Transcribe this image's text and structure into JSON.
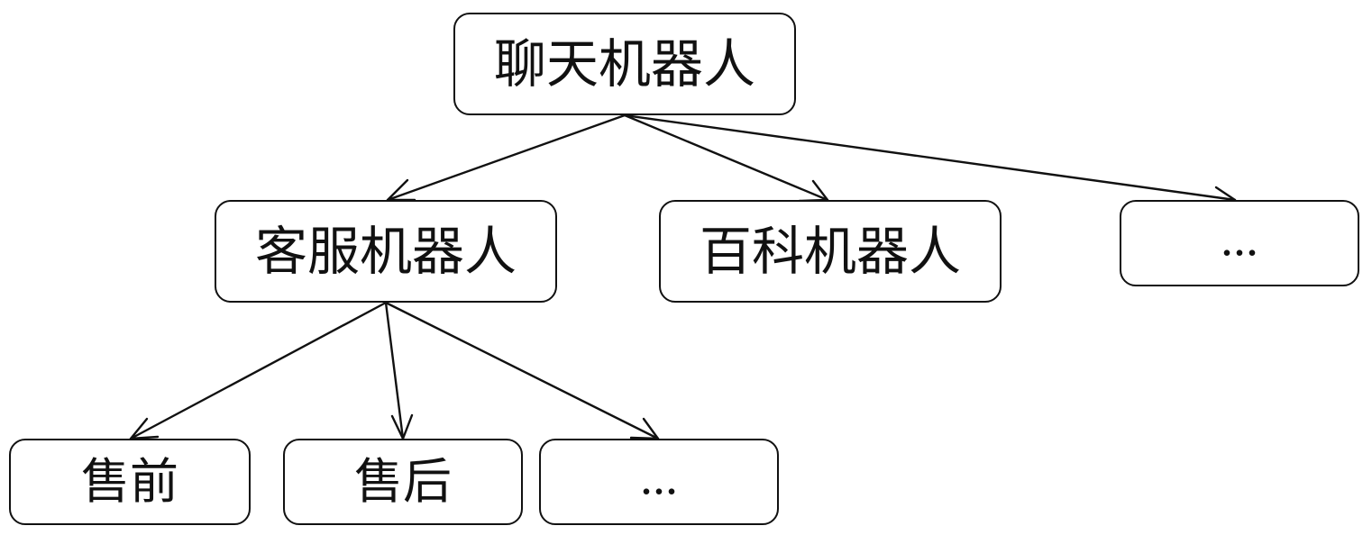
{
  "diagram": {
    "nodes": {
      "root": "聊天机器人",
      "customer_service": "客服机器人",
      "encyclopedia": "百科机器人",
      "more_level1": "...",
      "pre_sales": "售前",
      "after_sales": "售后",
      "more_level2": "..."
    },
    "edges": [
      {
        "from": "root",
        "to": "customer_service"
      },
      {
        "from": "root",
        "to": "encyclopedia"
      },
      {
        "from": "root",
        "to": "more_level1"
      },
      {
        "from": "customer_service",
        "to": "pre_sales"
      },
      {
        "from": "customer_service",
        "to": "after_sales"
      },
      {
        "from": "customer_service",
        "to": "more_level2"
      }
    ],
    "colors": {
      "stroke": "#111111",
      "background": "#ffffff"
    }
  }
}
